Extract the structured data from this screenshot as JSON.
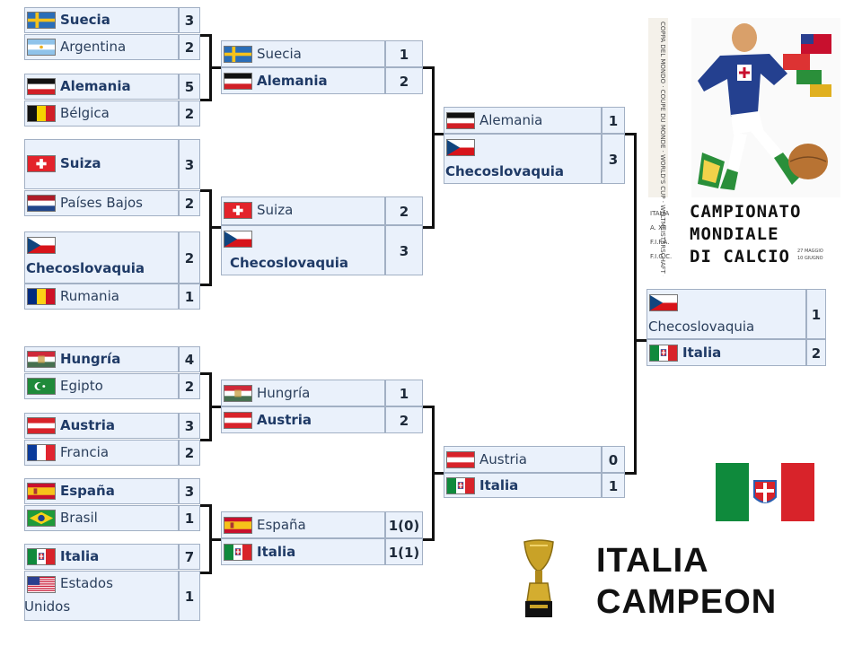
{
  "round_of_16": [
    {
      "top": {
        "team": "Suecia",
        "score": "3",
        "flag": "sweden-flag-icon",
        "winner": true
      },
      "bottom": {
        "team": "Argentina",
        "score": "2",
        "flag": "argentina-flag-icon",
        "winner": false
      }
    },
    {
      "top": {
        "team": "Alemania",
        "score": "5",
        "flag": "germany-flag-icon",
        "winner": true
      },
      "bottom": {
        "team": "Bélgica",
        "score": "2",
        "flag": "belgium-flag-icon",
        "winner": false
      }
    },
    {
      "top": {
        "team": "Suiza",
        "score": "3",
        "flag": "switzerland-flag-icon",
        "winner": true
      },
      "bottom": {
        "team": "Países Bajos",
        "score": "2",
        "flag": "netherlands-flag-icon",
        "winner": false
      }
    },
    {
      "top": {
        "team": "Checoslovaquia",
        "score": "2",
        "flag": "czechoslovakia-flag-icon",
        "winner": true
      },
      "bottom": {
        "team": "Rumania",
        "score": "1",
        "flag": "romania-flag-icon",
        "winner": false
      }
    },
    {
      "top": {
        "team": "Hungría",
        "score": "4",
        "flag": "hungary-flag-icon",
        "winner": true
      },
      "bottom": {
        "team": "Egipto",
        "score": "2",
        "flag": "egypt-flag-icon",
        "winner": false
      }
    },
    {
      "top": {
        "team": "Austria",
        "score": "3",
        "flag": "austria-flag-icon",
        "winner": true
      },
      "bottom": {
        "team": "Francia",
        "score": "2",
        "flag": "france-flag-icon",
        "winner": false
      }
    },
    {
      "top": {
        "team": "España",
        "score": "3",
        "flag": "spain-flag-icon",
        "winner": true
      },
      "bottom": {
        "team": "Brasil",
        "score": "1",
        "flag": "brazil-flag-icon",
        "winner": false
      }
    },
    {
      "top": {
        "team": "Italia",
        "score": "7",
        "flag": "italy-flag-icon",
        "winner": true
      },
      "bottom": {
        "team": "Estados Unidos",
        "score": "1",
        "flag": "usa-flag-icon",
        "winner": false
      }
    }
  ],
  "quarterfinals": [
    {
      "top": {
        "team": "Suecia",
        "score": "1",
        "flag": "sweden-flag-icon",
        "winner": false
      },
      "bottom": {
        "team": "Alemania",
        "score": "2",
        "flag": "germany-flag-icon",
        "winner": true
      }
    },
    {
      "top": {
        "team": "Suiza",
        "score": "2",
        "flag": "switzerland-flag-icon",
        "winner": false
      },
      "bottom": {
        "team": "Checoslovaquia",
        "score": "3",
        "flag": "czechoslovakia-flag-icon",
        "winner": true
      }
    },
    {
      "top": {
        "team": "Hungría",
        "score": "1",
        "flag": "hungary-flag-icon",
        "winner": false
      },
      "bottom": {
        "team": "Austria",
        "score": "2",
        "flag": "austria-flag-icon",
        "winner": true
      }
    },
    {
      "top": {
        "team": "España",
        "score": "1(0)",
        "flag": "spain-flag-icon",
        "winner": false
      },
      "bottom": {
        "team": "Italia",
        "score": "1(1)",
        "flag": "italy-flag-icon",
        "winner": true
      }
    }
  ],
  "semifinals": [
    {
      "top": {
        "team": "Alemania",
        "score": "1",
        "flag": "germany-flag-icon",
        "winner": false
      },
      "bottom": {
        "team": "Checoslovaquia",
        "score": "3",
        "flag": "czechoslovakia-flag-icon",
        "winner": true
      }
    },
    {
      "top": {
        "team": "Austria",
        "score": "0",
        "flag": "austria-flag-icon",
        "winner": false
      },
      "bottom": {
        "team": "Italia",
        "score": "1",
        "flag": "italy-flag-icon",
        "winner": true
      }
    }
  ],
  "final": {
    "top": {
      "team": "Checoslovaquia",
      "score": "1",
      "flag": "czechoslovakia-flag-icon",
      "winner": false
    },
    "bottom": {
      "team": "Italia",
      "score": "2",
      "flag": "italy-flag-icon",
      "winner": true
    }
  },
  "poster": {
    "line1": "CAMPIONATO",
    "line2": "MONDIALE",
    "line3": "DI CALCIO",
    "side_text": "COPPA DEL MONDO · COUPE DU MONDE · WORLD'S CUP · WELTMEISTERSCHAFT · COPA DEL MUNDO",
    "left_label1": "ITALIA",
    "left_label2": "A. XII",
    "left_label3": "F.I.F.A.",
    "left_label4": "F.I.G.C.",
    "date_line1": "27 MAGGIO",
    "date_line2": "10 GIUGNO"
  },
  "champion": {
    "line1": "ITALIA",
    "line2": "CAMPEON"
  }
}
